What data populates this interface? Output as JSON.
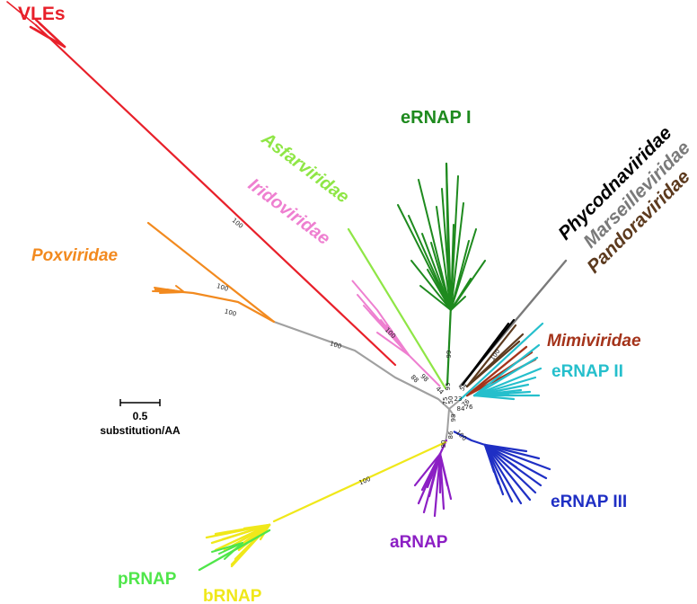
{
  "clades": [
    {
      "id": "vles",
      "text": "VLEs",
      "italic": false,
      "color": "#e8202a"
    },
    {
      "id": "poxviridae",
      "text": "Poxviridae",
      "italic": true,
      "color": "#f28a1f"
    },
    {
      "id": "asfarviridae",
      "text": "Asfarviridae",
      "italic": true,
      "color": "#8fe646"
    },
    {
      "id": "iridoviridae",
      "text": "Iridoviridae",
      "italic": true,
      "color": "#ee7fd0"
    },
    {
      "id": "ernap1",
      "text": "eRNAP I",
      "italic": false,
      "color": "#1e8a1e"
    },
    {
      "id": "phycodnaviridae",
      "text": "Phycodnaviridae",
      "italic": true,
      "color": "#000000"
    },
    {
      "id": "marseilleviridae",
      "text": "Marseilleviridae",
      "italic": true,
      "color": "#7a7a7a"
    },
    {
      "id": "pandoraviridae",
      "text": "Pandoraviridae",
      "italic": true,
      "color": "#5c3a1e"
    },
    {
      "id": "mimiviridae",
      "text": "Mimiviridae",
      "italic": true,
      "color": "#a4331a"
    },
    {
      "id": "ernap2",
      "text": "eRNAP II",
      "italic": false,
      "color": "#25bfcc"
    },
    {
      "id": "ernap3",
      "text": "eRNAP III",
      "italic": false,
      "color": "#1f2fc4"
    },
    {
      "id": "arnap",
      "text": "aRNAP",
      "italic": false,
      "color": "#8c1fc4"
    },
    {
      "id": "prnap",
      "text": "pRNAP",
      "italic": false,
      "color": "#4fe64a"
    },
    {
      "id": "brnap",
      "text": "bRNAP",
      "italic": false,
      "color": "#f0e81a"
    }
  ],
  "backbone_color": "#a0a0a0",
  "bootstrap": [
    "100",
    "100",
    "100",
    "100",
    "100",
    "100",
    "99",
    "98",
    "95",
    "88",
    "75",
    "44",
    "50",
    "23",
    "54",
    "84",
    "76",
    "76",
    "98",
    "90",
    "86",
    "100",
    "100"
  ],
  "scale_bar": {
    "value": "0.5",
    "unit": "substitution/AA"
  }
}
